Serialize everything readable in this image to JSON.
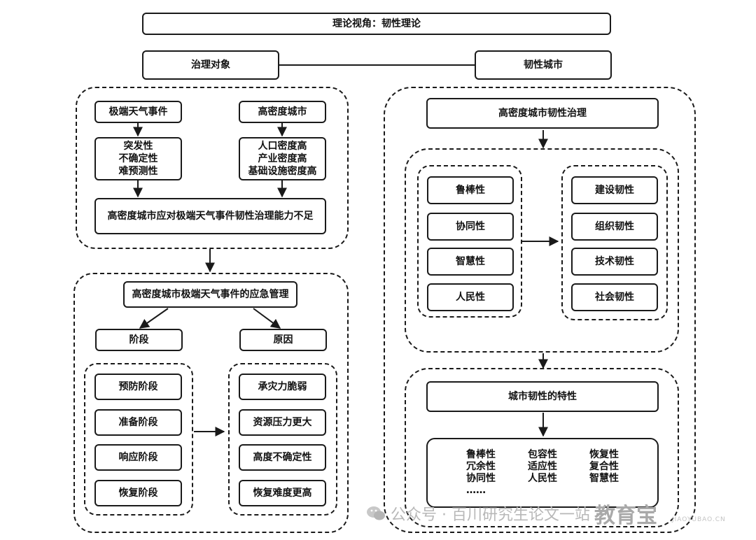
{
  "title": "理论视角：韧性理论",
  "header_left": "治理对象",
  "header_right": "韧性城市",
  "left_top": {
    "weather": "极端天气事件",
    "city": "高密度城市",
    "weather_traits": [
      "突发性",
      "不确定性",
      "难预测性"
    ],
    "city_traits": [
      "人口密度高",
      "产业密度高",
      "基础设施密度高"
    ],
    "problem": "高密度城市应对极端天气事件韧性治理能力不足"
  },
  "left_bottom": {
    "title": "高密度城市极端天气事件的应急管理",
    "stage_label": "阶段",
    "cause_label": "原因",
    "stages": [
      "预防阶段",
      "准备阶段",
      "响应阶段",
      "恢复阶段"
    ],
    "causes": [
      "承灾力脆弱",
      "资源压力更大",
      "高度不确定性",
      "恢复难度更高"
    ]
  },
  "right_top": {
    "title": "高密度城市韧性治理",
    "attributes": [
      "鲁棒性",
      "协同性",
      "智慧性",
      "人民性"
    ],
    "resiliences": [
      "建设韧性",
      "组织韧性",
      "技术韧性",
      "社会韧性"
    ]
  },
  "right_bottom": {
    "title": "城市韧性的特性",
    "col1": [
      "鲁棒性",
      "冗余性",
      "协同性",
      "……"
    ],
    "col2": [
      "包容性",
      "适应性",
      "人民性"
    ],
    "col3": [
      "恢复性",
      "复合性",
      "智慧性"
    ]
  },
  "watermark": {
    "text": "公众号 · 百川研究生论文一站",
    "logo": "教育宝",
    "sub": "JIAOYUBAO.CN"
  }
}
